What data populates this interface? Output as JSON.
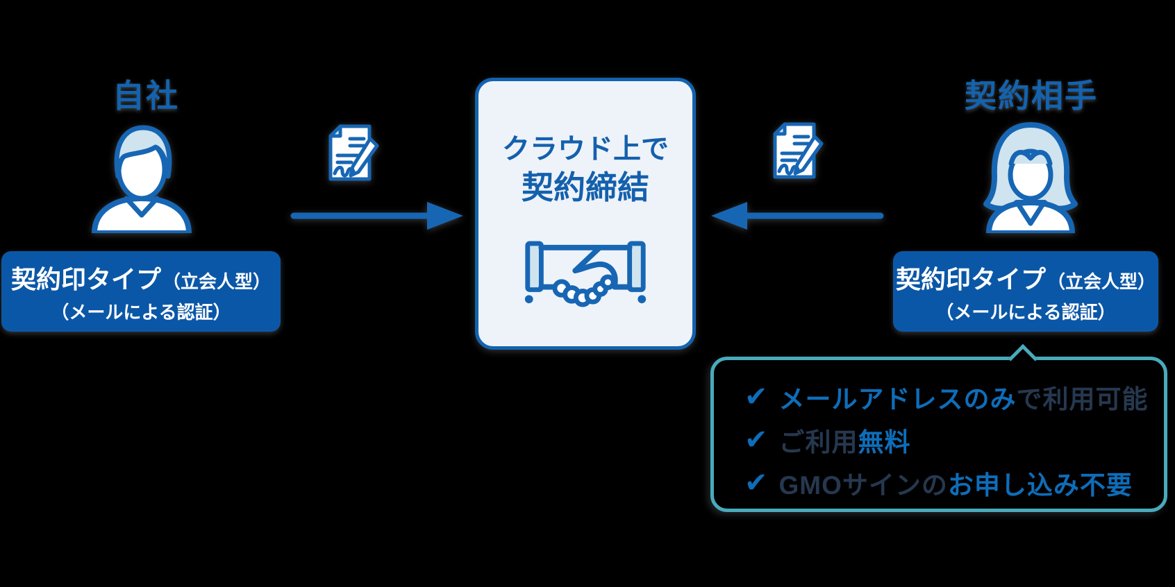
{
  "colors": {
    "bg": "#000000",
    "blue": "#0e6db9",
    "box_blue": "#0b57a7",
    "label_blue": "#1363af",
    "center_text": "#1460ac",
    "teal": "#49aabc",
    "light_blue": "#cfe4ef",
    "dark_navy": "#26384f",
    "icon_stroke": "#1766b4",
    "center_bg": "#eef3f9"
  },
  "left_party": {
    "label": "自社",
    "person_icon": "male-person-icon",
    "tag": {
      "main": "契約印タイプ",
      "sub": "（立会人型）",
      "line2": "（メールによる認証）"
    }
  },
  "right_party": {
    "label": "契約相手",
    "person_icon": "female-person-icon",
    "tag": {
      "main": "契約印タイプ",
      "sub": "（立会人型）",
      "line2": "（メールによる認証）"
    }
  },
  "center_box": {
    "line1": "クラウド上で",
    "line2": "契約締結",
    "icon": "handshake-icon"
  },
  "flow": {
    "left_doc_icon": "signed-document-icon",
    "right_doc_icon": "signed-document-icon",
    "left_arrow": "arrow-right",
    "right_arrow": "arrow-left"
  },
  "bubble": {
    "check_glyph": "✔",
    "items": [
      {
        "prefix": "メールアドレスのみ",
        "prefix_tone": "blue",
        "suffix": "で利用可能",
        "suffix_tone": "dark"
      },
      {
        "prefix": "ご利用",
        "prefix_tone": "dark",
        "suffix": "無料",
        "suffix_tone": "blue"
      },
      {
        "prefix": "GMOサインの",
        "prefix_tone": "dark",
        "suffix": "お申し込み不要",
        "suffix_tone": "blue"
      }
    ]
  }
}
